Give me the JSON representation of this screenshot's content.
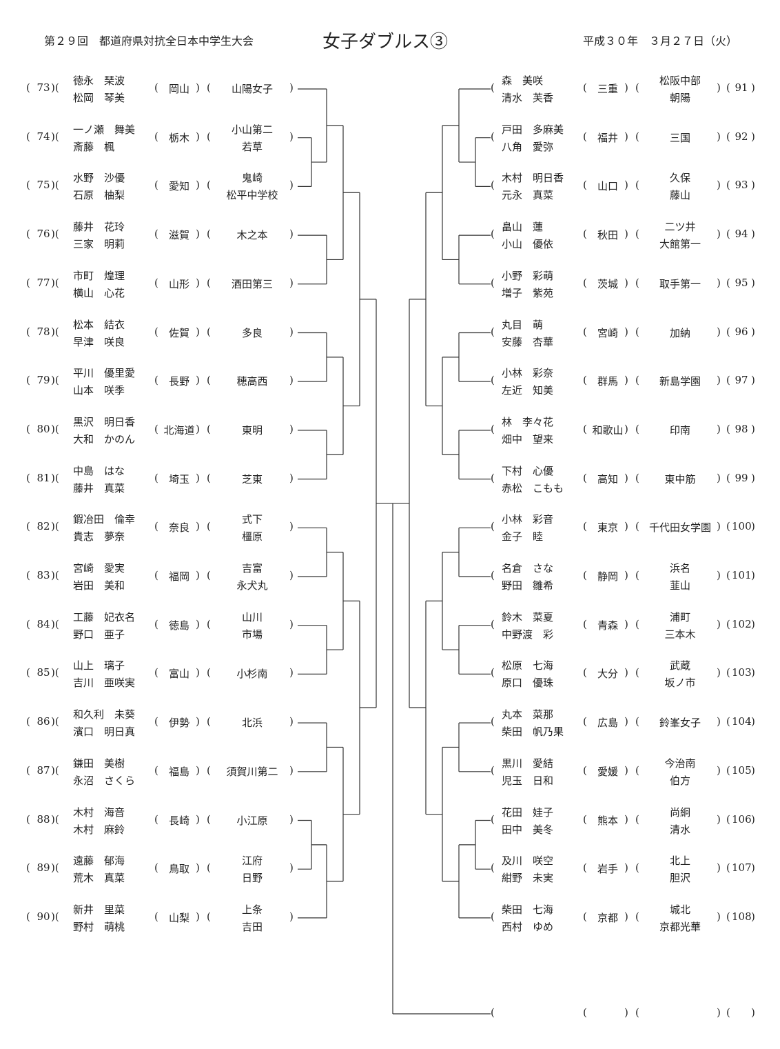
{
  "header": {
    "event": "第２９回　都道府県対抗全日本中学生大会",
    "title": "女子ダブルス③",
    "date": "平成３０年　３月２７日（火）"
  },
  "left": [
    {
      "no": "73",
      "p1": "徳永　琹波",
      "p2": "松岡　琴美",
      "pref": "岡山",
      "school1": "山陽女子",
      "school2": ""
    },
    {
      "no": "74",
      "p1": "一ノ瀬　舞美",
      "p2": "斎藤　楓",
      "pref": "栃木",
      "school1": "小山第二",
      "school2": "若草"
    },
    {
      "no": "75",
      "p1": "水野　沙優",
      "p2": "石原　柚梨",
      "pref": "愛知",
      "school1": "鬼崎",
      "school2": "松平中学校"
    },
    {
      "no": "76",
      "p1": "藤井　花玲",
      "p2": "三家　明莉",
      "pref": "滋賀",
      "school1": "木之本",
      "school2": ""
    },
    {
      "no": "77",
      "p1": "市町　煌理",
      "p2": "横山　心花",
      "pref": "山形",
      "school1": "酒田第三",
      "school2": ""
    },
    {
      "no": "78",
      "p1": "松本　結衣",
      "p2": "早津　咲良",
      "pref": "佐賀",
      "school1": "多良",
      "school2": ""
    },
    {
      "no": "79",
      "p1": "平川　優里愛",
      "p2": "山本　咲季",
      "pref": "長野",
      "school1": "穂高西",
      "school2": ""
    },
    {
      "no": "80",
      "p1": "黒沢　明日香",
      "p2": "大和　かのん",
      "pref": "北海道",
      "school1": "東明",
      "school2": ""
    },
    {
      "no": "81",
      "p1": "中島　はな",
      "p2": "藤井　真菜",
      "pref": "埼玉",
      "school1": "芝東",
      "school2": ""
    },
    {
      "no": "82",
      "p1": "鍜冶田　倫幸",
      "p2": "貴志　夢奈",
      "pref": "奈良",
      "school1": "式下",
      "school2": "橿原"
    },
    {
      "no": "83",
      "p1": "宮崎　愛実",
      "p2": "岩田　美和",
      "pref": "福岡",
      "school1": "吉富",
      "school2": "永犬丸"
    },
    {
      "no": "84",
      "p1": "工藤　妃衣名",
      "p2": "野口　亜子",
      "pref": "徳島",
      "school1": "山川",
      "school2": "市場"
    },
    {
      "no": "85",
      "p1": "山上　璃子",
      "p2": "吉川　亜咲実",
      "pref": "富山",
      "school1": "小杉南",
      "school2": ""
    },
    {
      "no": "86",
      "p1": "和久利　未葵",
      "p2": "濱口　明日真",
      "pref": "伊勢",
      "school1": "北浜",
      "school2": ""
    },
    {
      "no": "87",
      "p1": "鎌田　美樹",
      "p2": "永沼　さくら",
      "pref": "福島",
      "school1": "須賀川第二",
      "school2": ""
    },
    {
      "no": "88",
      "p1": "木村　海音",
      "p2": "木村　麻鈴",
      "pref": "長崎",
      "school1": "小江原",
      "school2": ""
    },
    {
      "no": "89",
      "p1": "遠藤　郁海",
      "p2": "荒木　真菜",
      "pref": "鳥取",
      "school1": "江府",
      "school2": "日野"
    },
    {
      "no": "90",
      "p1": "新井　里菜",
      "p2": "野村　萌桃",
      "pref": "山梨",
      "school1": "上条",
      "school2": "吉田"
    }
  ],
  "right": [
    {
      "no": "91",
      "p1": "森　美咲",
      "p2": "清水　芙香",
      "pref": "三重",
      "school1": "松阪中部",
      "school2": "朝陽"
    },
    {
      "no": "92",
      "p1": "戸田　多麻美",
      "p2": "八角　愛弥",
      "pref": "福井",
      "school1": "三国",
      "school2": ""
    },
    {
      "no": "93",
      "p1": "木村　明日香",
      "p2": "元永　真菜",
      "pref": "山口",
      "school1": "久保",
      "school2": "藤山"
    },
    {
      "no": "94",
      "p1": "畠山　蓮",
      "p2": "小山　優依",
      "pref": "秋田",
      "school1": "二ツ井",
      "school2": "大館第一"
    },
    {
      "no": "95",
      "p1": "小野　彩萌",
      "p2": "増子　紫苑",
      "pref": "茨城",
      "school1": "取手第一",
      "school2": ""
    },
    {
      "no": "96",
      "p1": "丸目　萌",
      "p2": "安藤　杏華",
      "pref": "宮崎",
      "school1": "加納",
      "school2": ""
    },
    {
      "no": "97",
      "p1": "小林　彩奈",
      "p2": "左近　知美",
      "pref": "群馬",
      "school1": "新島学園",
      "school2": ""
    },
    {
      "no": "98",
      "p1": "林　李々花",
      "p2": "畑中　望来",
      "pref": "和歌山",
      "school1": "印南",
      "school2": ""
    },
    {
      "no": "99",
      "p1": "下村　心優",
      "p2": "赤松　こもも",
      "pref": "高知",
      "school1": "東中筋",
      "school2": ""
    },
    {
      "no": "100",
      "p1": "小林　彩音",
      "p2": "金子　睦",
      "pref": "東京",
      "school1": "千代田女学園",
      "school2": ""
    },
    {
      "no": "101",
      "p1": "名倉　さな",
      "p2": "野田　雛希",
      "pref": "静岡",
      "school1": "浜名",
      "school2": "韮山"
    },
    {
      "no": "102",
      "p1": "鈴木　菜夏",
      "p2": "中野渡　彩",
      "pref": "青森",
      "school1": "浦町",
      "school2": "三本木"
    },
    {
      "no": "103",
      "p1": "松原　七海",
      "p2": "原口　優珠",
      "pref": "大分",
      "school1": "武蔵",
      "school2": "坂ノ市"
    },
    {
      "no": "104",
      "p1": "丸本　菜那",
      "p2": "柴田　帆乃果",
      "pref": "広島",
      "school1": "鈴峯女子",
      "school2": ""
    },
    {
      "no": "105",
      "p1": "黒川　愛結",
      "p2": "児玉　日和",
      "pref": "愛媛",
      "school1": "今治南",
      "school2": "伯方"
    },
    {
      "no": "106",
      "p1": "花田　娃子",
      "p2": "田中　美冬",
      "pref": "熊本",
      "school1": "尚絅",
      "school2": "清水"
    },
    {
      "no": "107",
      "p1": "及川　咲空",
      "p2": "紺野　未実",
      "pref": "岩手",
      "school1": "北上",
      "school2": "胆沢"
    },
    {
      "no": "108",
      "p1": "柴田　七海",
      "p2": "西村　ゆめ",
      "pref": "京都",
      "school1": "城北",
      "school2": "京都光華"
    }
  ],
  "extra_slot": {
    "no": "",
    "p1": "",
    "p2": "",
    "pref": "",
    "school1": "",
    "school2": ""
  }
}
